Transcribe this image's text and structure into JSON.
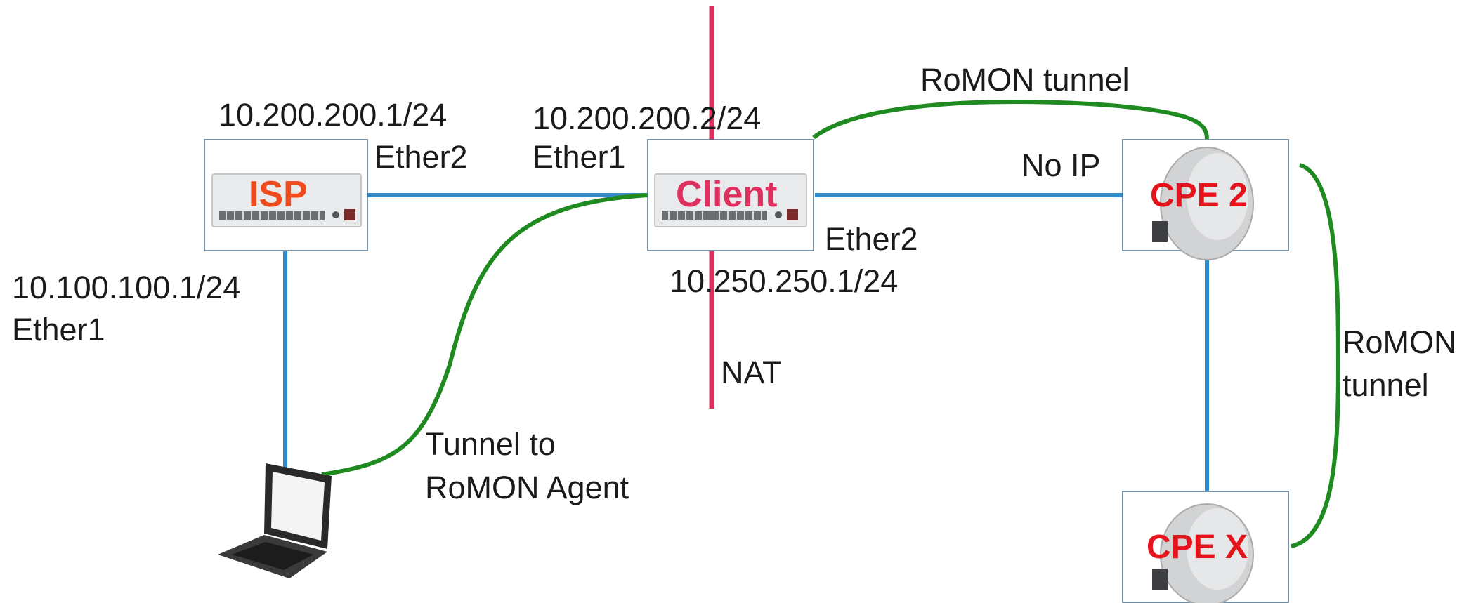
{
  "colors": {
    "link": "#2f8ccc",
    "tunnel": "#1f8a1f",
    "nat_line": "#e0305f",
    "isp_text": "#ef4a1c",
    "client_text": "#e0305f",
    "cpe_text": "#e3141c",
    "label_text": "#1a1a1a"
  },
  "devices": {
    "isp": {
      "name": "ISP"
    },
    "client": {
      "name": "Client"
    },
    "cpe2": {
      "name": "CPE 2"
    },
    "cpex": {
      "name": "CPE X"
    }
  },
  "labels": {
    "isp_ether2_ip": "10.200.200.1/24",
    "isp_ether2_port": "Ether2",
    "isp_ether1_ip": "10.100.100.1/24",
    "isp_ether1_port": "Ether1",
    "client_ether1_ip": "10.200.200.2/24",
    "client_ether1_port": "Ether1",
    "client_ether2_port": "Ether2",
    "client_ether2_ip": "10.250.250.1/24",
    "cpe2_ip": "No IP",
    "nat": "NAT",
    "romon_tunnel_top": "RoMON tunnel",
    "romon_tunnel_right_line1": "RoMON",
    "romon_tunnel_right_line2": "tunnel",
    "tunnel_agent_line1": "Tunnel to",
    "tunnel_agent_line2": "RoMON Agent"
  }
}
